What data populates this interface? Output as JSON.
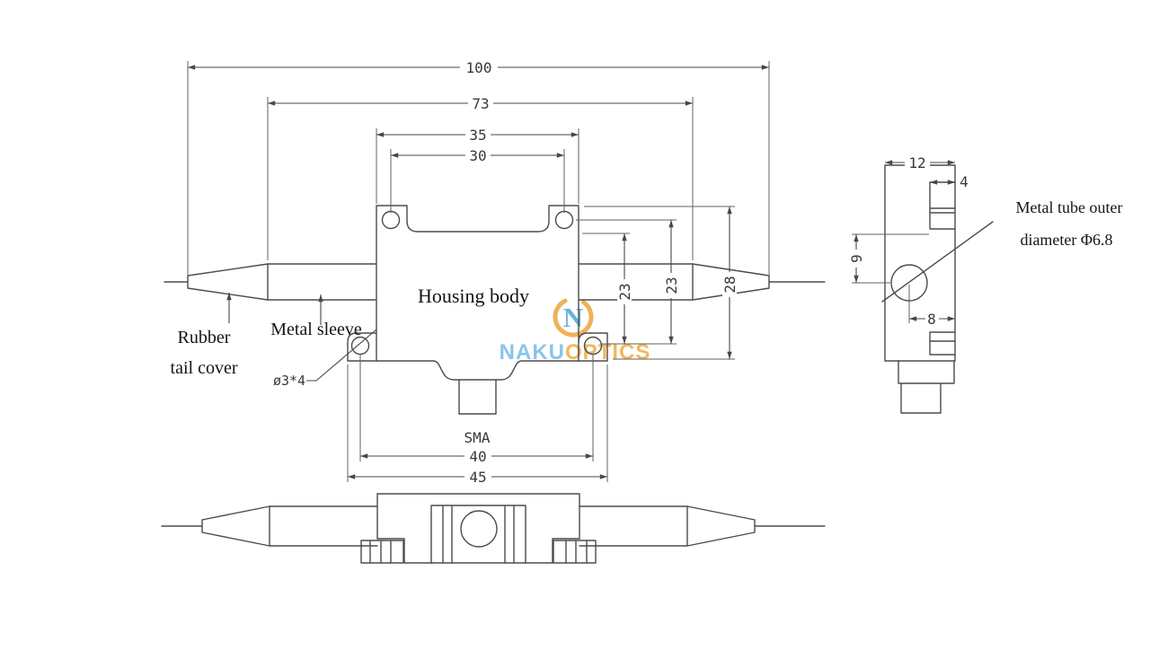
{
  "drawing": {
    "front_view": {
      "housing_body_label": "Housing body",
      "rubber_label_line1": "Rubber",
      "rubber_label_line2": "tail cover",
      "metal_sleeve_label": "Metal sleeve",
      "mount_hole_callout": "ø3*4",
      "connector_label": "SMA",
      "dim_overall_length": "100",
      "dim_sleeve_span": "73",
      "dim_top_ear_span": "35",
      "dim_top_hole_spacing": "30",
      "dim_body_height": "23",
      "dim_hole_height": "23",
      "dim_overall_height": "28",
      "dim_bottom_hole_spacing": "40",
      "dim_bottom_ear_span": "45"
    },
    "side_view": {
      "dim_width": "12",
      "dim_tab_width": "4",
      "dim_tube_offset": "9",
      "dim_hole_to_edge": "8",
      "tube_note_line1": "Metal tube outer",
      "tube_note_line2": "diameter Φ6.8"
    }
  },
  "watermark": {
    "logo_letter": "N",
    "brand_part1": "NAKU",
    "brand_part2": "OPTICS",
    "color_gold": "#ECA53D",
    "color_blue_n": "#4FA6D8",
    "color_blue_text": "#74BBE4",
    "color_gold_text": "#EFAC43"
  }
}
